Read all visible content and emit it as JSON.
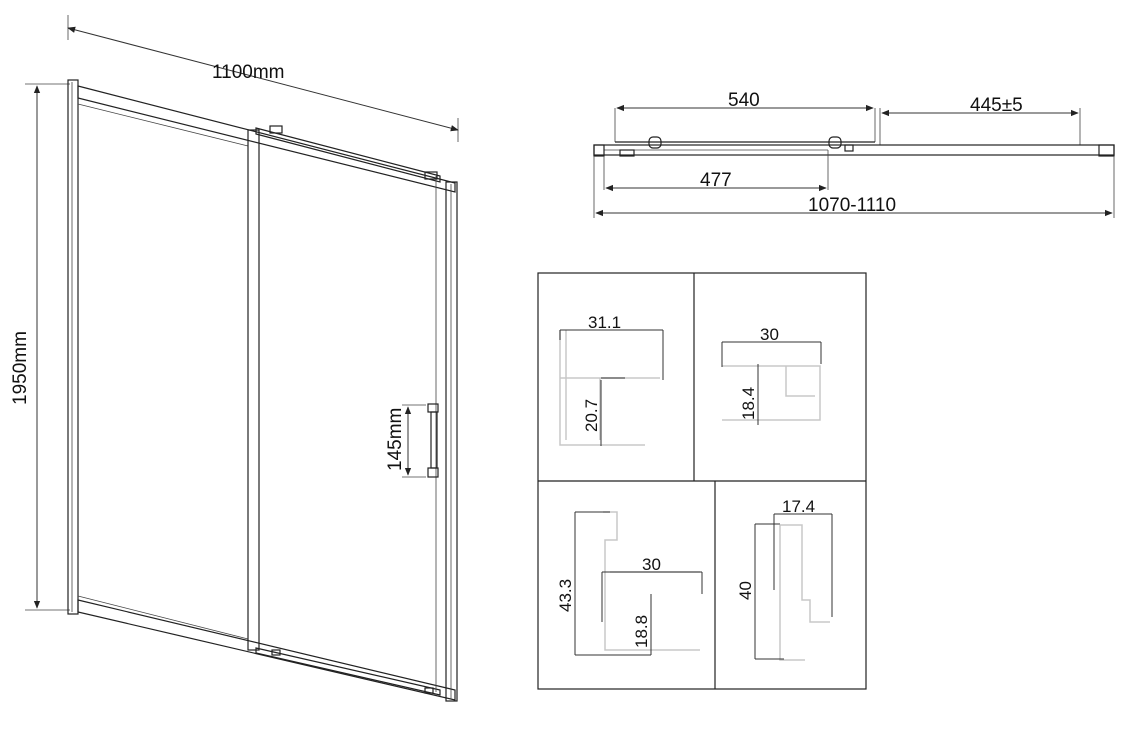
{
  "front_view": {
    "width_label": "1100mm",
    "height_label": "1950mm",
    "handle_label": "145mm"
  },
  "plan_view": {
    "fixed_panel_label": "540",
    "opening_label": "445±5",
    "overlap_label": "477",
    "total_range_label": "1070-1110"
  },
  "profiles": [
    {
      "width_label": "31.1",
      "height_label": "20.7"
    },
    {
      "width_label": "30",
      "height_label": "18.4"
    },
    {
      "width_label": "30",
      "height_label": "18.8",
      "total_height_label": "43.3"
    },
    {
      "width_label": "17.4",
      "height_label": "40"
    }
  ]
}
